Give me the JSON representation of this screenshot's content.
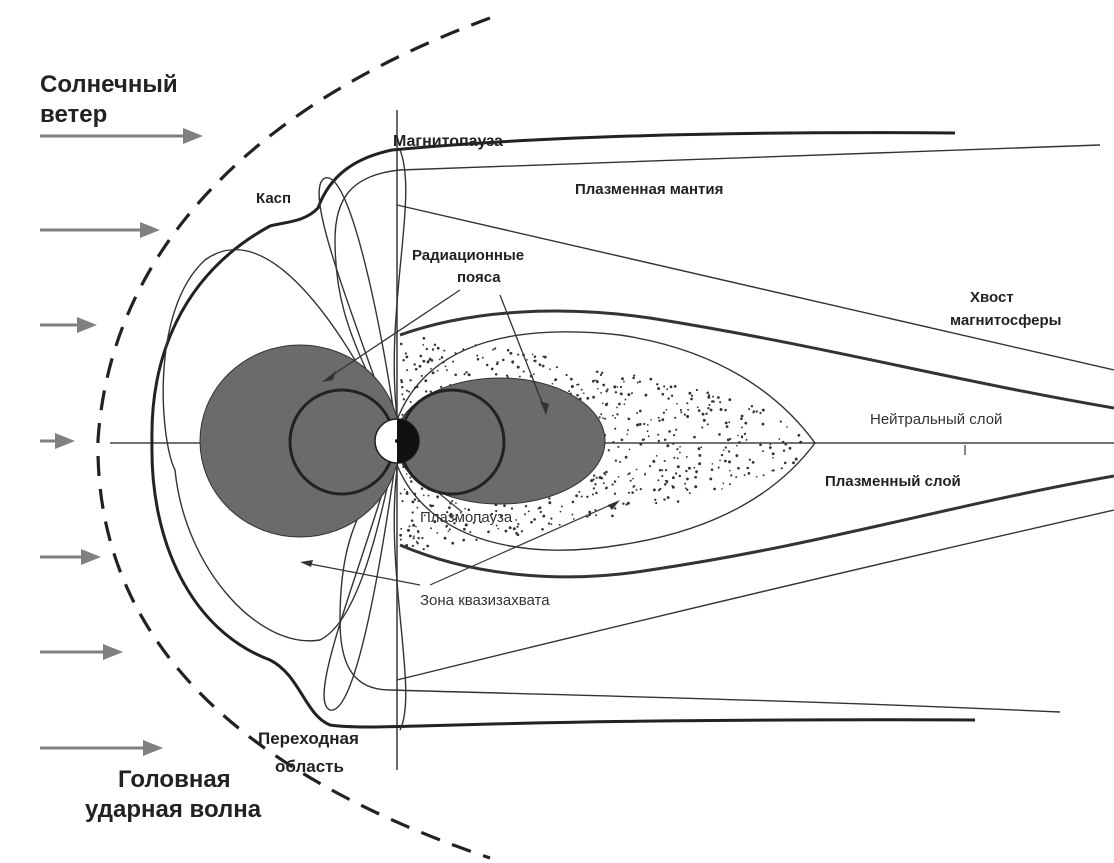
{
  "diagram": {
    "labels": {
      "solar_wind_line1": "Солнечный",
      "solar_wind_line2": "ветер",
      "magnetopause": "Магнитопауза",
      "cusp": "Касп",
      "plasma_mantle": "Плазменная мантия",
      "radiation_belts_line1": "Радиационные",
      "radiation_belts_line2": "пояса",
      "tail_line1": "Хвост",
      "tail_line2": "магнитосферы",
      "neutral_sheet": "Нейтральный слой",
      "plasma_sheet": "Плазменный слой",
      "plasmapause": "Плазмопауза",
      "quasi_trapping_zone": "Зона квазизахвата",
      "transition_region_line1": "Переходная",
      "transition_region_line2": "область",
      "bow_shock_line1": "Головная",
      "bow_shock_line2": "ударная волна"
    },
    "colors": {
      "belt_fill": "#6b6b6b",
      "arrow": "#808080",
      "line": "#222222"
    }
  }
}
